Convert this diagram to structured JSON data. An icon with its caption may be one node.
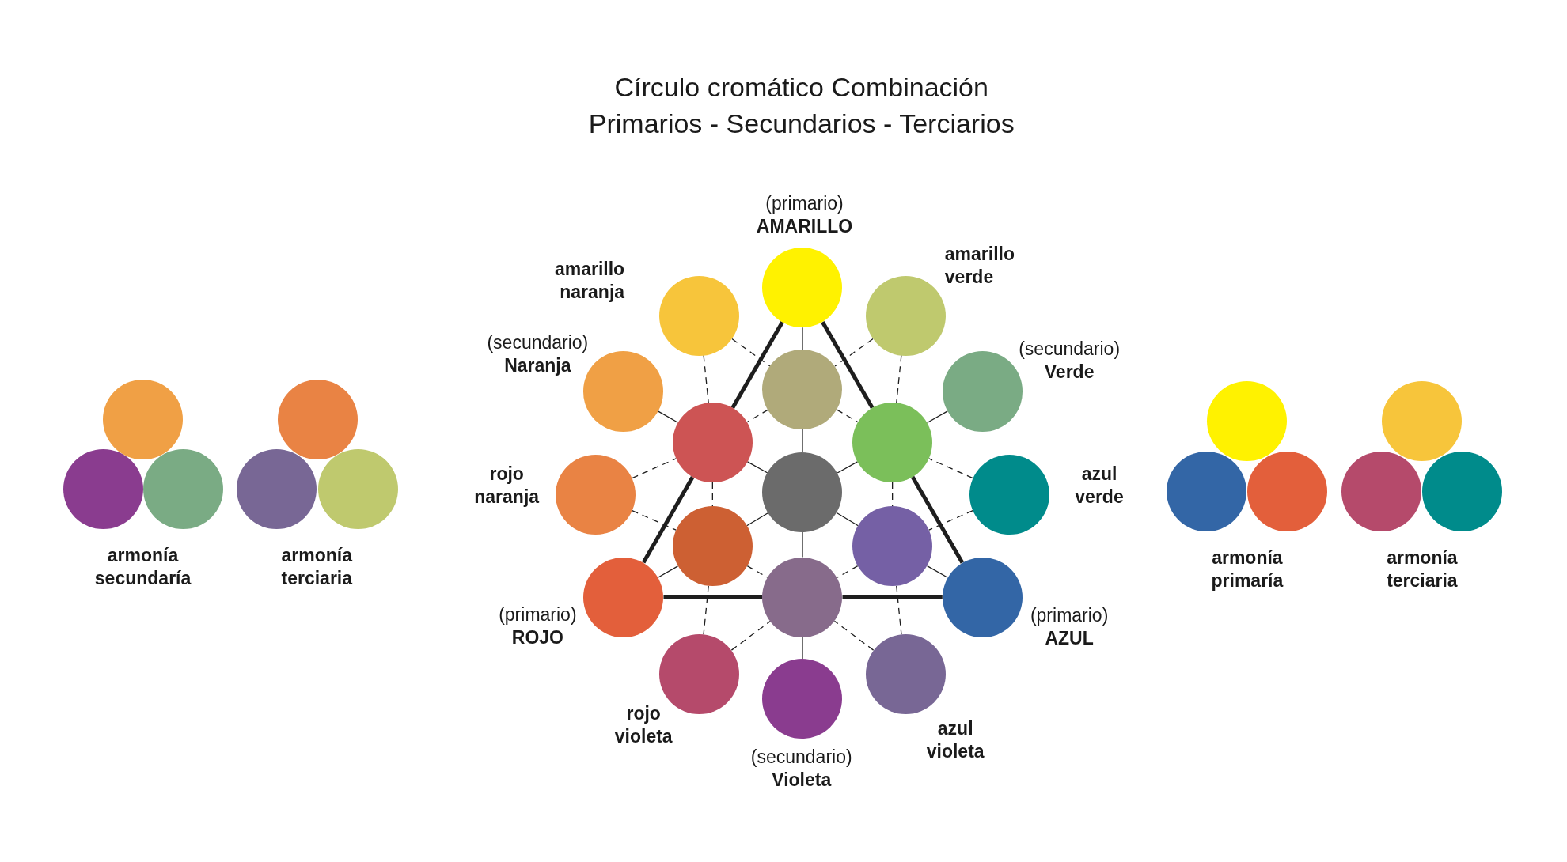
{
  "diagram": {
    "title": "Círculo cromático Combinación Primarios - Secundarios - Terciarios",
    "nodes": [
      {
        "text": [],
        "shape": "circle"
      },
      {
        "text": [],
        "shape": "circle"
      },
      {
        "text": [],
        "shape": "circle"
      },
      {
        "text": [],
        "shape": "circle"
      },
      {
        "text": [],
        "shape": "circle"
      },
      {
        "text": [],
        "shape": "circle"
      },
      {
        "text": [],
        "shape": "circle",
        "beside": [
          "(primario)",
          "AMARILLO"
        ]
      },
      {
        "text": [],
        "shape": "circle",
        "beside": [
          "amarillo naranja"
        ]
      },
      {
        "text": [],
        "shape": "circle",
        "beside": [
          "amarillo verde"
        ]
      },
      {
        "text": [],
        "shape": "circle",
        "beside": [
          "(secundario)",
          "Naranja"
        ]
      },
      {
        "text": [],
        "shape": "circle"
      },
      {
        "text": [],
        "shape": "circle",
        "beside": [
          "(secundario)",
          "Verde"
        ]
      },
      {
        "text": [],
        "shape": "circle"
      },
      {
        "text": [],
        "shape": "circle"
      },
      {
        "text": [],
        "shape": "circle",
        "beside": [
          "rojo naranja"
        ]
      },
      {
        "text": [],
        "shape": "circle"
      },
      {
        "text": [],
        "shape": "circle",
        "beside": [
          "azul verde"
        ]
      },
      {
        "text": [],
        "shape": "circle"
      },
      {
        "text": [],
        "shape": "circle"
      },
      {
        "text": [],
        "shape": "circle",
        "beside": [
          "(primario)",
          "ROJO"
        ]
      },
      {
        "text": [],
        "shape": "circle"
      },
      {
        "text": [],
        "shape": "circle",
        "beside": [
          "(primario)",
          "AZUL"
        ]
      },
      {
        "text": [],
        "shape": "circle",
        "beside": [
          "rojo violeta"
        ]
      },
      {
        "text": [],
        "shape": "circle",
        "beside": [
          "azul violeta"
        ]
      },
      {
        "text": [],
        "shape": "circle",
        "beside": [
          "(secundario)",
          "Violeta"
        ]
      },
      {
        "text": [],
        "shape": "circle"
      },
      {
        "text": [],
        "shape": "circle"
      },
      {
        "text": [],
        "shape": "circle"
      },
      {
        "text": [],
        "shape": "circle"
      },
      {
        "text": [],
        "shape": "circle"
      },
      {
        "text": [],
        "shape": "circle"
      }
    ],
    "edges": [
      {
        "from": 6,
        "to": 12,
        "arrow": "none",
        "style": "thick"
      },
      {
        "from": 12,
        "to": 19,
        "arrow": "none",
        "style": "thick"
      },
      {
        "from": 6,
        "to": 13,
        "arrow": "none",
        "style": "thick"
      },
      {
        "from": 13,
        "to": 21,
        "arrow": "none",
        "style": "thick"
      },
      {
        "from": 19,
        "to": 20,
        "arrow": "none",
        "style": "thick"
      },
      {
        "from": 20,
        "to": 21,
        "arrow": "none",
        "style": "thick"
      },
      {
        "from": 6,
        "to": 10,
        "arrow": "none"
      },
      {
        "from": 10,
        "to": 15,
        "arrow": "none"
      },
      {
        "from": 15,
        "to": 12,
        "arrow": "none"
      },
      {
        "from": 15,
        "to": 13,
        "arrow": "none"
      },
      {
        "from": 15,
        "to": 17,
        "arrow": "none"
      },
      {
        "from": 15,
        "to": 18,
        "arrow": "none"
      },
      {
        "from": 15,
        "to": 20,
        "arrow": "none"
      },
      {
        "from": 12,
        "to": 9,
        "arrow": "none"
      },
      {
        "from": 13,
        "to": 11,
        "arrow": "none"
      },
      {
        "from": 17,
        "to": 19,
        "arrow": "none"
      },
      {
        "from": 18,
        "to": 21,
        "arrow": "none"
      },
      {
        "from": 20,
        "to": 24,
        "arrow": "none"
      },
      {
        "from": 7,
        "to": 10,
        "arrow": "none",
        "style": "dashed"
      },
      {
        "from": 10,
        "to": 13,
        "arrow": "none",
        "style": "dashed"
      },
      {
        "from": 8,
        "to": 10,
        "arrow": "none",
        "style": "dashed"
      },
      {
        "from": 10,
        "to": 12,
        "arrow": "none",
        "style": "dashed"
      },
      {
        "from": 7,
        "to": 12,
        "arrow": "none",
        "style": "dashed"
      },
      {
        "from": 12,
        "to": 17,
        "arrow": "none",
        "style": "dashed"
      },
      {
        "from": 17,
        "to": 22,
        "arrow": "none",
        "style": "dashed"
      },
      {
        "from": 8,
        "to": 13,
        "arrow": "none",
        "style": "dashed"
      },
      {
        "from": 13,
        "to": 18,
        "arrow": "none",
        "style": "dashed"
      },
      {
        "from": 18,
        "to": 23,
        "arrow": "none",
        "style": "dashed"
      },
      {
        "from": 14,
        "to": 12,
        "arrow": "none",
        "style": "dashed"
      },
      {
        "from": 14,
        "to": 17,
        "arrow": "none",
        "style": "dashed"
      },
      {
        "from": 16,
        "to": 13,
        "arrow": "none",
        "style": "dashed"
      },
      {
        "from": 16,
        "to": 18,
        "arrow": "none",
        "style": "dashed"
      },
      {
        "from": 17,
        "to": 20,
        "arrow": "none",
        "style": "dashed"
      },
      {
        "from": 18,
        "to": 20,
        "arrow": "none",
        "style": "dashed"
      },
      {
        "from": 22,
        "to": 20,
        "arrow": "none",
        "style": "dashed"
      },
      {
        "from": 23,
        "to": 20,
        "arrow": "none",
        "style": "dashed"
      }
    ],
    "labels": [
      "armonía secundaría",
      "armonía terciaria",
      "armonía primaría",
      "armonía terciaria"
    ]
  }
}
